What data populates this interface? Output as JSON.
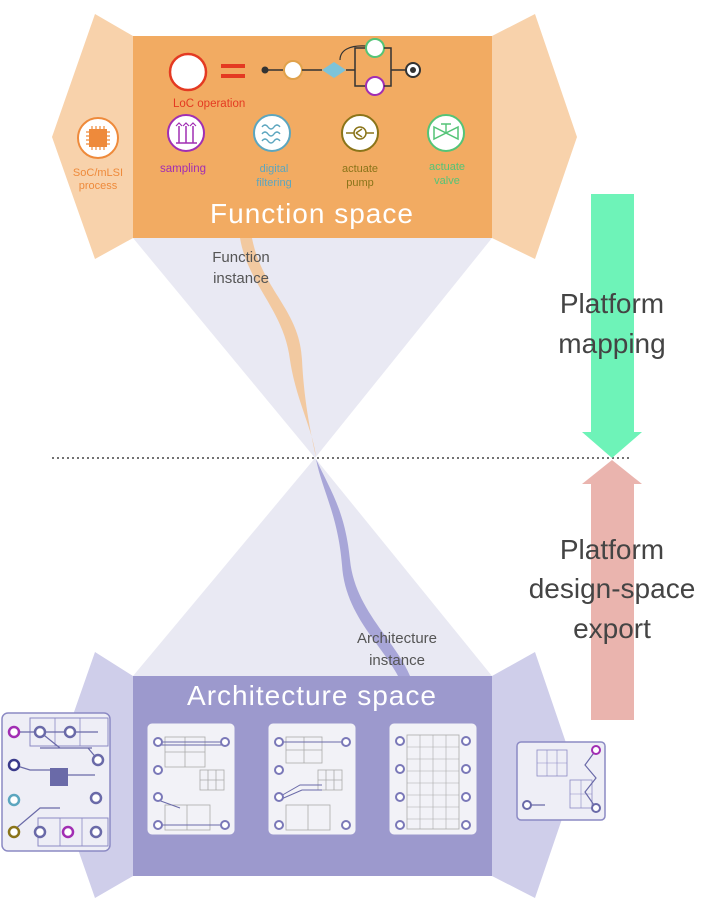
{
  "function_space": {
    "title": "Function space",
    "loc_operation": "LoC operation",
    "soc_line1": "SoC/mLSI",
    "soc_line2": "process",
    "items": [
      {
        "line1": "sampling",
        "line2": ""
      },
      {
        "line1": "digital",
        "line2": "filtering"
      },
      {
        "line1": "actuate",
        "line2": "pump"
      },
      {
        "line1": "actuate",
        "line2": "valve"
      }
    ]
  },
  "function_instance": {
    "line1": "Function",
    "line2": "instance"
  },
  "architecture_instance": {
    "line1": "Architecture",
    "line2": "instance"
  },
  "architecture_space": {
    "title": "Architecture space"
  },
  "platform_mapping": {
    "line1": "Platform",
    "line2": "mapping"
  },
  "platform_export": {
    "line1": "Platform",
    "line2": "design-space",
    "line3": "export"
  },
  "colors": {
    "orange_panel": "#f2ab62",
    "orange_light": "#f8d2ab",
    "purple_panel": "#9c99cd",
    "purple_light": "#cfceea",
    "funnel": "#e9e9f3",
    "green_arrow": "#6ef3b8",
    "red_arrow": "#eab4ae",
    "icon_red": "#e43a22",
    "icon_purple": "#a12eb3",
    "icon_blue": "#5ca6bf",
    "icon_olive": "#8a7419",
    "icon_green": "#54c477"
  }
}
